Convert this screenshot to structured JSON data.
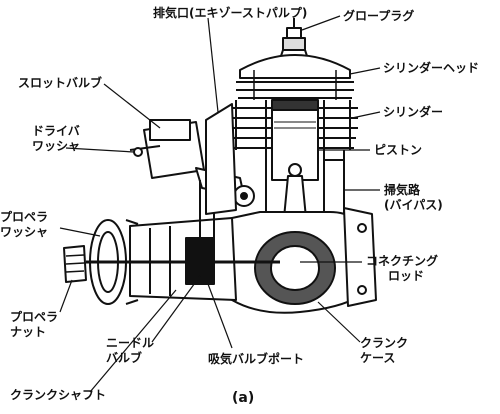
{
  "diagram": {
    "caption": "(a)",
    "labels": {
      "exhaust_port": "排気口(エキゾーストパルプ)",
      "glow_plug": "グロープラグ",
      "cylinder_head": "シリンダーヘッド",
      "cylinder": "シリンダー",
      "piston": "ピストン",
      "bypass_1": "掃気路",
      "bypass_2": "(バイパス)",
      "throttle_valve": "スロットバルブ",
      "drive_washer_1": "ドライバ",
      "drive_washer_2": "ワッシャ",
      "prop_washer_1": "プロペラ",
      "prop_washer_2": "ワッシャ",
      "connecting_rod_1": "コネクチング",
      "connecting_rod_2": "ロッド",
      "prop_nut_1": "プロペラ",
      "prop_nut_2": "ナット",
      "needle_valve_1": "ニードル",
      "needle_valve_2": "バルブ",
      "intake_valve_port": "吸気バルブポート",
      "crankcase_1": "クランク",
      "crankcase_2": "ケース",
      "crankshaft": "クランクシャフト"
    },
    "colors": {
      "ink": "#111111",
      "paper": "#ffffff",
      "shade": "#555555"
    }
  }
}
